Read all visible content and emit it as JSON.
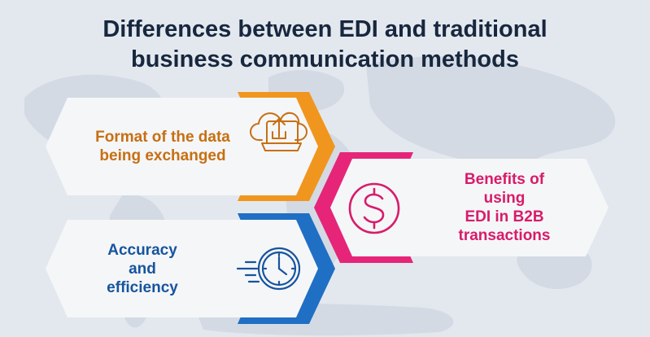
{
  "title": {
    "line1": "Differences between EDI and traditional",
    "line2": "business communication methods"
  },
  "items": [
    {
      "lines": [
        "Format of the data",
        "being exchanged"
      ],
      "icon": "cloud-laptop-upload-icon",
      "color": "#f0961e"
    },
    {
      "lines": [
        "Benefits of",
        "using",
        "EDI in B2B",
        "transactions"
      ],
      "icon": "dollar-coin-icon",
      "color": "#e62578"
    },
    {
      "lines": [
        "Accuracy",
        "and",
        "efficiency"
      ],
      "icon": "fast-clock-icon",
      "color": "#1f6fc4"
    }
  ],
  "colors": {
    "title": "#17273e",
    "background": "#e3e8ef",
    "map": "#d3dae4",
    "panel": "#f5f6f8",
    "orange_label": "#c76f12",
    "pink_label": "#d81b6a",
    "blue_label": "#16549e"
  }
}
